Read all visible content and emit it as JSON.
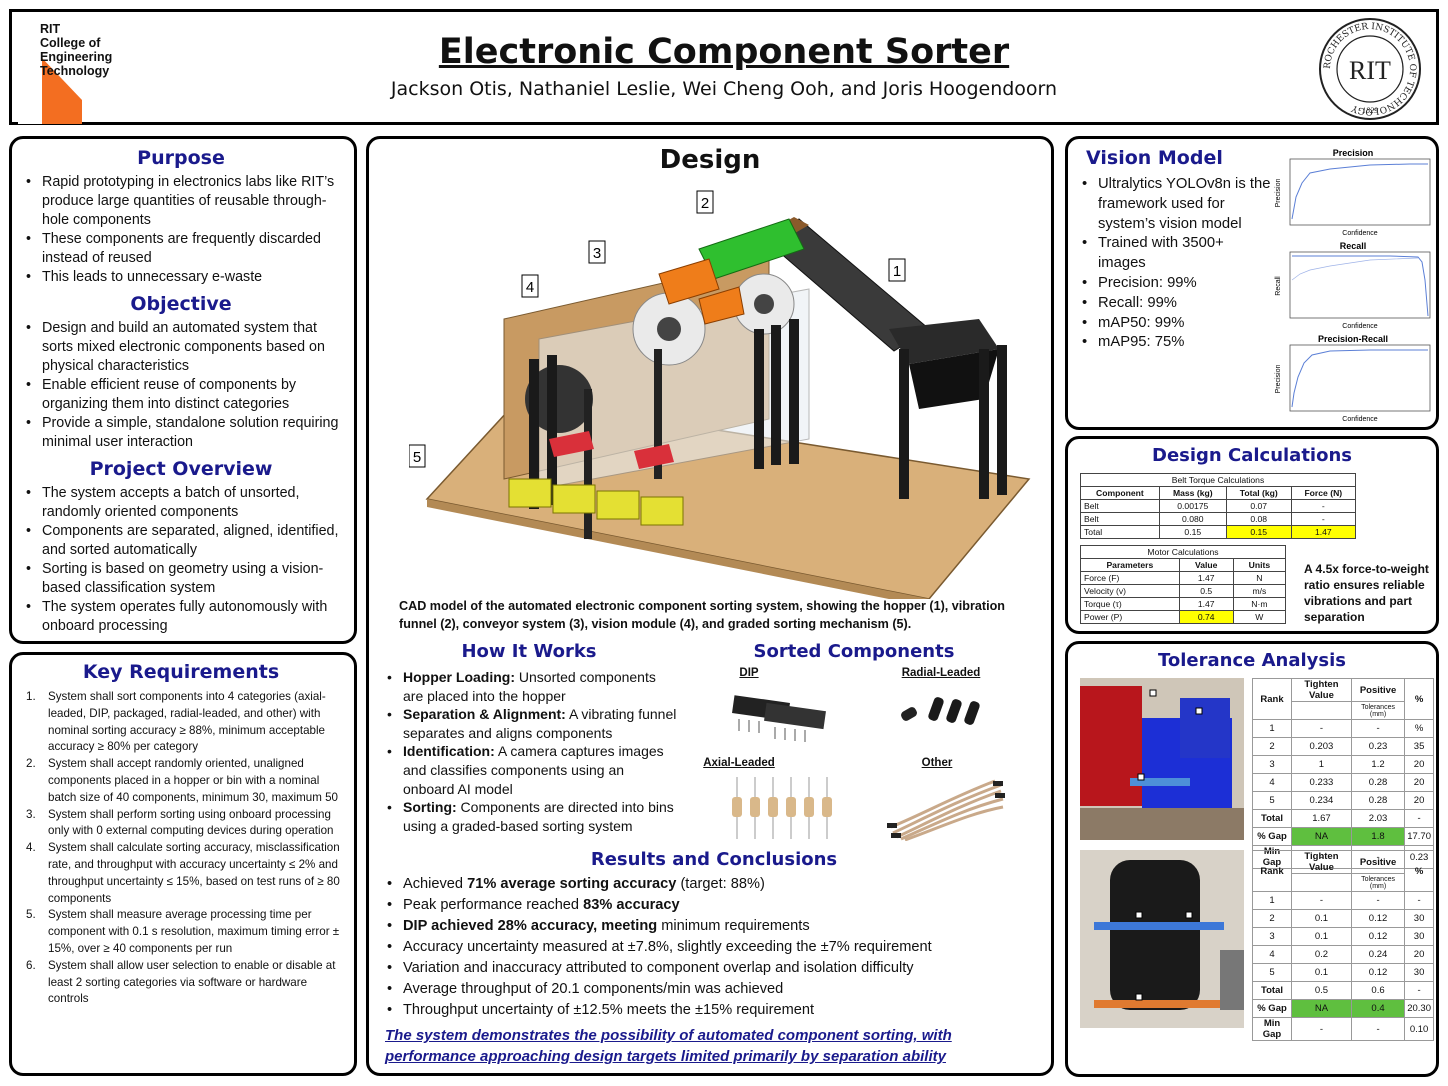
{
  "header": {
    "org_line1": "RIT",
    "org_line2": "College of",
    "org_line3": "Engineering",
    "org_line4": "Technology",
    "title": "Electronic Component Sorter",
    "authors": "Jackson Otis, Nathaniel Leslie, Wei Cheng Ooh, and Joris Hoogendoorn",
    "seal_text": "RIT",
    "seal_ring": "ROCHESTER INSTITUTE OF TECHNOLOGY",
    "seal_year": "1829"
  },
  "purpose": {
    "heading": "Purpose",
    "items": [
      "Rapid prototyping in electronics labs like RIT’s produce large quantities of reusable through-hole components",
      "These components are frequently discarded instead of reused",
      "This leads to unnecessary e-waste"
    ]
  },
  "objective": {
    "heading": "Objective",
    "items": [
      "Design and build an automated system that sorts mixed electronic components based on physical characteristics",
      "Enable efficient reuse of components by organizing them into distinct categories",
      "Provide a simple, standalone solution requiring minimal user interaction"
    ]
  },
  "overview": {
    "heading": "Project Overview",
    "items": [
      "The system accepts a batch of unsorted, randomly oriented components",
      "Components are separated, aligned, identified, and sorted automatically",
      "Sorting is based on geometry using a vision-based classification system",
      "The system operates fully autonomously with onboard processing"
    ]
  },
  "requirements": {
    "heading": "Key Requirements",
    "items": [
      {
        "n": "1.",
        "text": "System shall sort components into 4 categories (axial-leaded, DIP, packaged, radial-leaded, and other) with nominal sorting accuracy ≥ 88%, minimum acceptable accuracy ≥ 80% per category"
      },
      {
        "n": "2.",
        "text": "System shall accept randomly oriented, unaligned components placed in a hopper or bin with a nominal batch size of 40 components, minimum 30, maximum 50"
      },
      {
        "n": "3.",
        "text": "System shall perform sorting using onboard processing only with 0 external computing devices during operation"
      },
      {
        "n": "4.",
        "text": "System shall calculate sorting accuracy, misclassification rate, and throughput with accuracy uncertainty ≤ 2% and throughput uncertainty ≤  15%, based on test runs of ≥ 80 components"
      },
      {
        "n": "5.",
        "text": "System shall measure average processing time per component with 0.1 s resolution, maximum timing error ± 15%, over ≥ 40 components per run"
      },
      {
        "n": "6.",
        "text": "System shall allow user selection to enable or disable at least 2 sorting categories via software or hardware controls"
      }
    ]
  },
  "design": {
    "heading": "Design",
    "callouts": [
      "1",
      "2",
      "3",
      "4",
      "5"
    ],
    "caption": "CAD model of the automated electronic component sorting system, showing the hopper (1), vibration funnel (2), conveyor system (3), vision module (4), and graded sorting mechanism (5)."
  },
  "how": {
    "heading": "How It Works",
    "items": [
      {
        "bold": "Hopper Loading:",
        "text": " Unsorted components are placed into the hopper"
      },
      {
        "bold": "Separation & Alignment:",
        "text": " A vibrating funnel separates and aligns components"
      },
      {
        "bold": "Identification:",
        "text": " A camera captures images and classifies components using an onboard AI model"
      },
      {
        "bold": "Sorting:",
        "text": " Components are directed into bins using a graded-based sorting system"
      }
    ]
  },
  "sorted": {
    "heading": "Sorted Components",
    "labels": [
      "DIP",
      "Radial-Leaded",
      "Axial-Leaded",
      "Other"
    ]
  },
  "results": {
    "heading": "Results and Conclusions",
    "items": [
      {
        "pre": "Achieved ",
        "bold": "71% average sorting accuracy",
        "post": " (target: 88%)"
      },
      {
        "pre": "Peak performance reached ",
        "bold": "83% accuracy",
        "post": ""
      },
      {
        "pre": "",
        "bold": "DIP achieved 28% accuracy, meeting",
        "post": " minimum requirements"
      },
      {
        "pre": "Accuracy uncertainty measured at ±7.8%, slightly exceeding the ±7% requirement",
        "bold": "",
        "post": ""
      },
      {
        "pre": "Variation and inaccuracy attributed to component overlap and isolation difficulty",
        "bold": "",
        "post": ""
      },
      {
        "pre": "Average throughput of 20.1 components/min was achieved",
        "bold": "",
        "post": ""
      },
      {
        "pre": "Throughput uncertainty of ±12.5% meets the ±15% requirement",
        "bold": "",
        "post": ""
      }
    ],
    "conclusion_line1": "The system demonstrates the possibility of automated component sorting, with",
    "conclusion_line2": "performance approaching design targets limited primarily by separation ability"
  },
  "vision": {
    "heading": "Vision Model",
    "items": [
      "Ultralytics YOLOv8n is the framework used for system’s vision model",
      "Trained with 3500+ images",
      "Precision: 99%",
      "Recall: 99%",
      "mAP50: 99%",
      "mAP95: 75%"
    ],
    "charts": [
      {
        "title": "Precision",
        "xlabel": "Confidence",
        "ylabel": "Precision"
      },
      {
        "title": "Recall",
        "xlabel": "Confidence",
        "ylabel": "Recall"
      },
      {
        "title": "Precision-Recall",
        "xlabel": "Confidence",
        "ylabel": "Precision"
      }
    ]
  },
  "calc": {
    "heading": "Design Calculations",
    "belt_title": "Belt Torque Calculations",
    "belt_headers": [
      "Component",
      "Mass (kg)",
      "Total (kg)",
      "Force (N)"
    ],
    "belt_rows": [
      [
        "Belt",
        "0.00175",
        "0.07",
        "-"
      ],
      [
        "Belt",
        "0.080",
        "0.08",
        "-"
      ],
      [
        "Total",
        "0.15",
        "0.15",
        "1.47"
      ]
    ],
    "motor_title": "Motor Calculations",
    "motor_headers": [
      "Parameters",
      "Value",
      "Units"
    ],
    "motor_rows": [
      [
        "Force (F)",
        "1.47",
        "N"
      ],
      [
        "Velocity (v)",
        "0.5",
        "m/s"
      ],
      [
        "Torque (τ)",
        "1.47",
        "N·m"
      ],
      [
        "Power (P)",
        "0.74",
        "W"
      ]
    ],
    "note": "A 4.5x force-to-weight ratio ensures reliable vibrations and part separation"
  },
  "tolerance": {
    "heading": "Tolerance Analysis",
    "headers": [
      "Rank",
      "Tighten Value",
      "Positive",
      "Tolerances",
      "(mm)",
      "%"
    ],
    "table1": [
      [
        "1",
        "-",
        "-",
        "%"
      ],
      [
        "2",
        "0.203",
        "0.23",
        "35"
      ],
      [
        "3",
        "1",
        "1.2",
        "20"
      ],
      [
        "4",
        "0.233",
        "0.28",
        "20"
      ],
      [
        "5",
        "0.234",
        "0.28",
        "20"
      ],
      [
        "Total",
        "1.67",
        "2.03",
        "-"
      ],
      [
        "% Gap",
        "NA",
        "1.8",
        "17.70"
      ],
      [
        "Min Gap",
        "-",
        "-",
        "0.23"
      ]
    ],
    "table2": [
      [
        "1",
        "-",
        "-",
        "-"
      ],
      [
        "2",
        "0.1",
        "0.12",
        "30"
      ],
      [
        "3",
        "0.1",
        "0.12",
        "30"
      ],
      [
        "4",
        "0.2",
        "0.24",
        "20"
      ],
      [
        "5",
        "0.1",
        "0.12",
        "30"
      ],
      [
        "Total",
        "0.5",
        "0.6",
        "-"
      ],
      [
        "% Gap",
        "NA",
        "0.4",
        "20.30"
      ],
      [
        "Min Gap",
        "-",
        "-",
        "0.10"
      ]
    ]
  },
  "colors": {
    "heading_blue": "#1a1a8c",
    "rit_orange": "#f36e21",
    "highlight_yellow": "#ffff00",
    "highlight_green": "#5fbf3f"
  }
}
